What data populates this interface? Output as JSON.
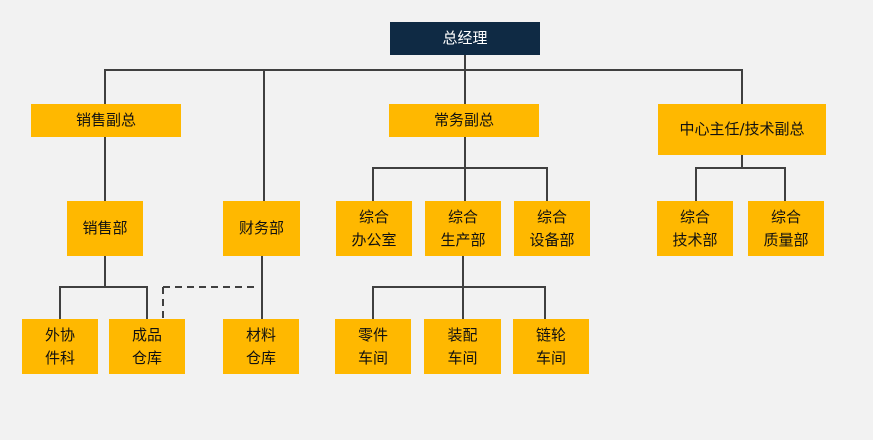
{
  "nodes": {
    "gm": "总经理",
    "sales_vp": "销售副总",
    "exec_vp": "常务副总",
    "tech_vp": "中心主任/技术副总",
    "sales_dept": "销售部",
    "finance_dept": "财务部",
    "general_office": "综合\n办公室",
    "general_production": "综合\n生产部",
    "general_equipment": "综合\n设备部",
    "general_tech": "综合\n技术部",
    "general_quality": "综合\n质量部",
    "outsourced_parts": "外协\n件科",
    "finished_warehouse": "成品\n仓库",
    "material_warehouse": "材料\n仓库",
    "parts_workshop": "零件\n车间",
    "assembly_workshop": "装配\n车间",
    "sprocket_workshop": "链轮\n车间"
  },
  "colors": {
    "node": "#ffb800",
    "top_node": "#0f2a44",
    "line": "#404040",
    "background": "#f2f2f2"
  }
}
